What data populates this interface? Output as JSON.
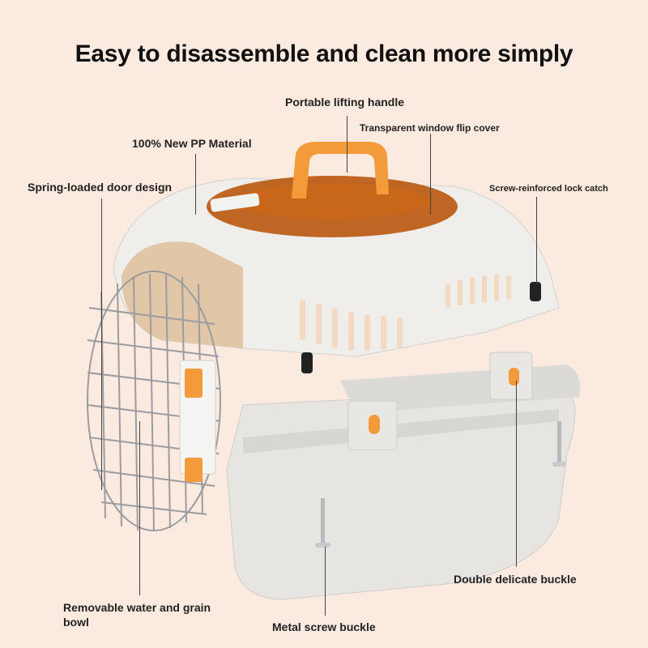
{
  "title": "Easy to disassemble and clean more simply",
  "callouts": {
    "handle": "Portable lifting handle",
    "window_cover": "Transparent window flip cover",
    "material": "100% New PP Material",
    "door": "Spring-loaded door design",
    "lock_catch": "Screw-reinforced lock catch",
    "bowl_line1": "Removable water and grain",
    "bowl_line2": "bowl",
    "screw_buckle": "Metal screw buckle",
    "double_buckle": "Double delicate buckle"
  },
  "colors": {
    "background": "#fbeadf",
    "shell": "#ecebe8",
    "accent_orange": "#f39a3a",
    "amber_window": "#b9560f"
  }
}
